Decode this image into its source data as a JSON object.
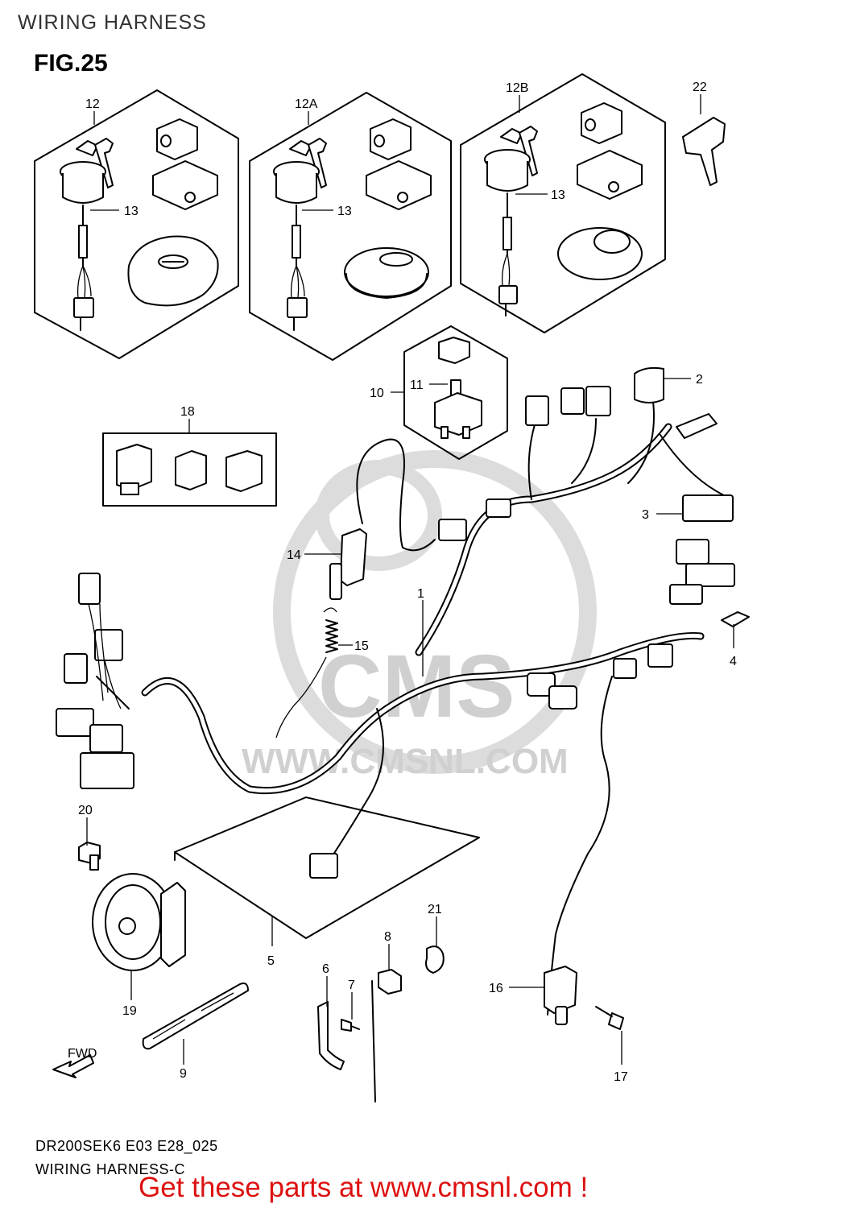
{
  "page_title": "WIRING HARNESS",
  "figure_label": "FIG.25",
  "watermark": {
    "brand": "CMS",
    "url": "WWW.CMSNL.COM"
  },
  "callouts": [
    {
      "id": "c12",
      "text": "12"
    },
    {
      "id": "c12a",
      "text": "12A"
    },
    {
      "id": "c12b",
      "text": "12B"
    },
    {
      "id": "c22",
      "text": "22"
    },
    {
      "id": "c13a",
      "text": "13"
    },
    {
      "id": "c13b",
      "text": "13"
    },
    {
      "id": "c13c",
      "text": "13"
    },
    {
      "id": "c18",
      "text": "18"
    },
    {
      "id": "c10",
      "text": "10"
    },
    {
      "id": "c11",
      "text": "11"
    },
    {
      "id": "c2",
      "text": "2"
    },
    {
      "id": "c3",
      "text": "3"
    },
    {
      "id": "c14",
      "text": "14"
    },
    {
      "id": "c1",
      "text": "1"
    },
    {
      "id": "c4",
      "text": "4"
    },
    {
      "id": "c15",
      "text": "15"
    },
    {
      "id": "c20",
      "text": "20"
    },
    {
      "id": "c21",
      "text": "21"
    },
    {
      "id": "c8",
      "text": "8"
    },
    {
      "id": "c5",
      "text": "5"
    },
    {
      "id": "c6",
      "text": "6"
    },
    {
      "id": "c7",
      "text": "7"
    },
    {
      "id": "c16",
      "text": "16"
    },
    {
      "id": "c19",
      "text": "19"
    },
    {
      "id": "c17",
      "text": "17"
    },
    {
      "id": "c9",
      "text": "9"
    }
  ],
  "fwd_label": "FWD",
  "footer": {
    "code": "DR200SEK6 E03 E28_025",
    "subtitle": "WIRING HARNESS-C",
    "promo": "Get these parts at www.cmsnl.com !"
  },
  "colors": {
    "promo": "#dd1111",
    "watermark": "#d0d0d0",
    "line": "#000000"
  }
}
